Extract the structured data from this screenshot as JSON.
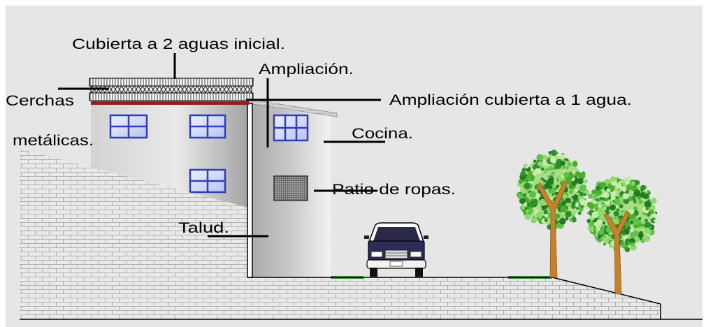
{
  "labels": {
    "cubierta_inicial": "Cubierta a 2 aguas inicial.",
    "ampliacion": "Ampliación.",
    "cerchas": "Cerchas",
    "ampliacion_cubierta": "Ampliación cubierta a 1 agua.",
    "metalicas": "metálicas.",
    "cocina": "Cocina.",
    "patio_ropas": "Patio de ropas.",
    "talud": "Talud."
  },
  "colors": {
    "background": "#e6e6e6",
    "window_frame": "#2f3fb8",
    "window_glass": "#b9c3f2",
    "roof_trim": "#9b1c1c",
    "foliage": "#4cae2c",
    "trunk": "#c9802a",
    "car_body": "#2c2c5a"
  }
}
